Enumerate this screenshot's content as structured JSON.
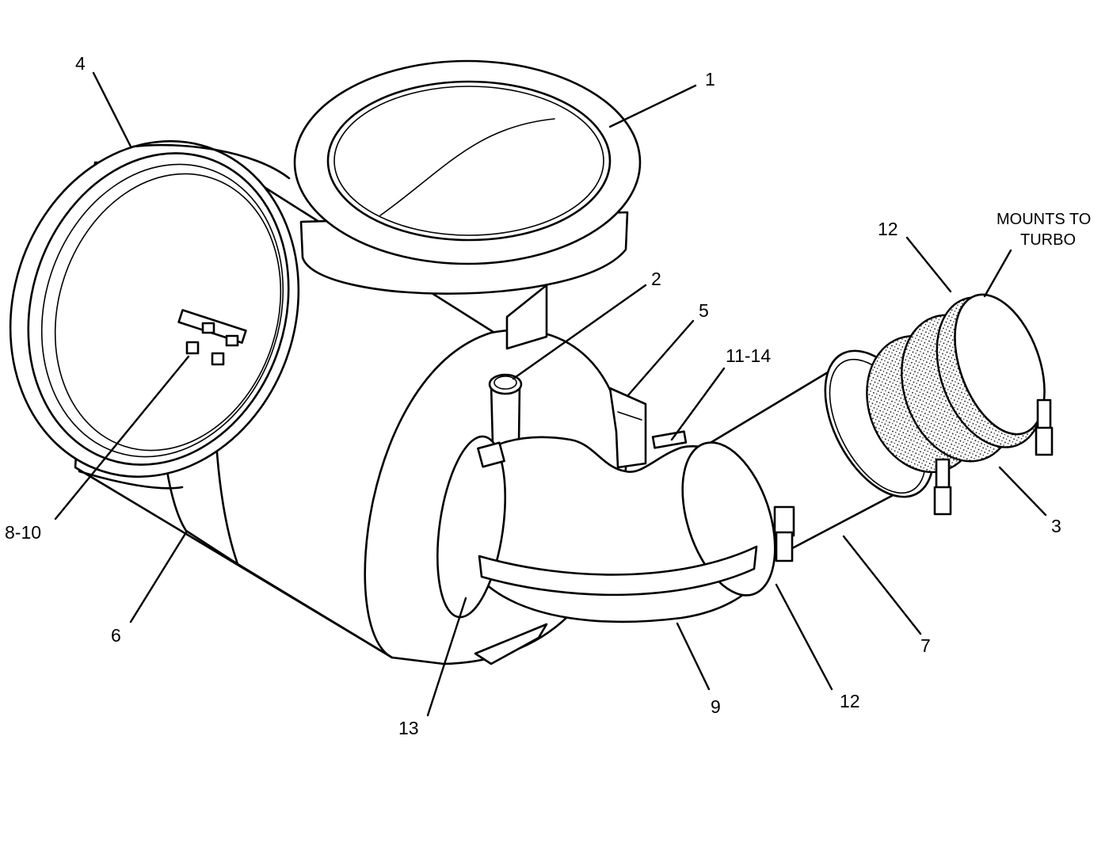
{
  "callouts": {
    "c1": "1",
    "c2": "2",
    "c3": "3",
    "c4": "4",
    "c5": "5",
    "c6": "6",
    "c7": "7",
    "c8_10": "8-10",
    "c9": "9",
    "c11_14": "11-14",
    "c12_top": "12",
    "c12_bottom": "12",
    "c13": "13"
  },
  "note": {
    "line1": "MOUNTS TO",
    "line2": "TURBO"
  },
  "colors": {
    "line": "#000000",
    "background": "#ffffff"
  }
}
